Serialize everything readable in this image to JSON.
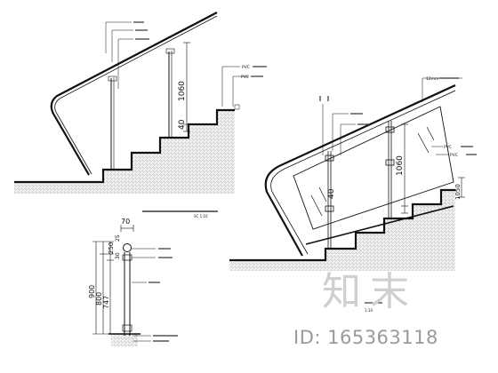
{
  "drawing_labels": {
    "dim_1060_a": "1060",
    "dim_40_a": "40",
    "dim_1060_b": "1060",
    "dim_40_b": "40",
    "dim_1050_c": "1050",
    "dim_70": "70",
    "dim_250": "250",
    "dim_900": "900",
    "dim_800": "800",
    "dim_747": "747",
    "dim_25": "25",
    "dim_30": "30",
    "pvc_label_1": "PVC",
    "pvc_label_2": "PVC",
    "pvc_label_3": "PVC",
    "pvc_label_4": "PVC",
    "thick_12mm": "12mm",
    "scale_left": "SC  1:10",
    "scale_right": "1:10"
  },
  "watermark": {
    "logo_text": "知末",
    "id_text": "ID: 165363118"
  },
  "colors": {
    "line": "#111111",
    "hatch": "#222222",
    "watermark_logo": "#cfcfcf",
    "watermark_id": "#9a9a9a"
  }
}
